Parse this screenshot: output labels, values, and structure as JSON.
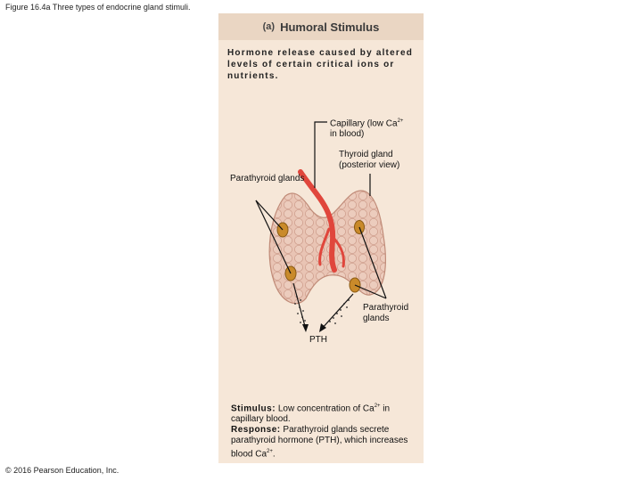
{
  "figure_title": "Figure 16.4a Three types of endocrine gland stimuli.",
  "copyright": "© 2016 Pearson Education, Inc.",
  "panel": {
    "letter": "(a)",
    "title": "Humoral Stimulus",
    "description": "Hormone release caused by altered levels of certain critical ions or nutrients."
  },
  "labels": {
    "capillary": "Capillary (low Ca",
    "capillary_sup": "2+",
    "capillary_line2": "in blood)",
    "thyroid": "Thyroid gland (posterior view)",
    "parathyroid_left": "Parathyroid glands",
    "parathyroid_right": "Parathyroid glands",
    "pth": "PTH"
  },
  "caption": {
    "stimulus_key": "Stimulus:",
    "stimulus_text": " Low concentration of Ca",
    "stimulus_sup": "2+",
    "stimulus_text2": " in capillary blood.",
    "response_key": "Response:",
    "response_text": " Parathyroid glands secrete parathyroid hormone (PTH), which increases blood Ca",
    "response_sup": "2+",
    "response_end": "."
  },
  "colors": {
    "panel_bg": "#f6e7d8",
    "header_bg": "#ead6c3",
    "gland": "#e9c4b4",
    "gland_shadow": "#cf9f8e",
    "capillary": "#e0463c",
    "parathyroid": "#c98a2a"
  }
}
